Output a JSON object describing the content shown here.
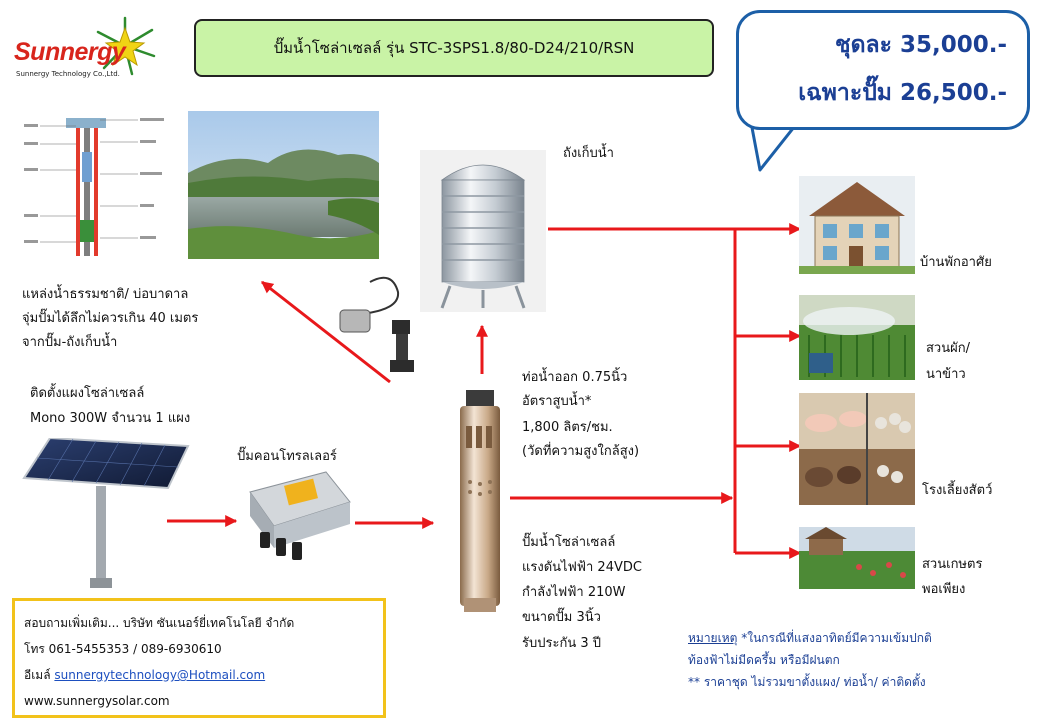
{
  "logo": {
    "brand": "Sunnergy",
    "tagline": "Sunnergy Technology Co.,Ltd."
  },
  "title": "ปั๊มน้ำโซล่าเซลล์ รุ่น STC-3SPS1.8/80-D24/210/RSN",
  "price": {
    "set": "ชุดละ 35,000.-",
    "pump_only": "เฉพาะปั๊ม 26,500.-"
  },
  "tank_label": "ถังเก็บน้ำ",
  "source": {
    "line1": "แหล่งน้ำธรรมชาติ/ บ่อบาดาล",
    "line2": "จุ่มปั๊มได้ลึกไม่ควรเกิน 40 เมตร",
    "line3": "จากปั๊ม-ถังเก็บน้ำ"
  },
  "panel": {
    "line1": "ติดตั้งแผงโซล่าเซลล์",
    "line2": "Mono 300W จำนวน 1 แผง"
  },
  "controller_label": "ปั๊มคอนโทรลเลอร์",
  "outlet": {
    "line1": "ท่อน้ำออก 0.75นิ้ว",
    "line2": "อัตราสูบน้ำ*",
    "line3": "1,800 ลิตร/ชม.",
    "line4": "(วัดที่ความสูงใกล้สูง)"
  },
  "pump": {
    "line1": "ปั๊มน้ำโซล่าเซลล์",
    "line2": "แรงดันไฟฟ้า 24VDC",
    "line3": "กำลังไฟฟ้า 210W",
    "line4": "ขนาดปั๊ม 3นิ้ว",
    "line5": "รับประกัน 3 ปี"
  },
  "uses": {
    "house": "บ้านพักอาศัย",
    "garden_1": "สวนผัก/",
    "garden_2": "นาข้าว",
    "farm": "โรงเลี้ยงสัตว์",
    "agri_1": "สวนเกษตร",
    "agri_2": "พอเพียง"
  },
  "contact": {
    "line1": "สอบถามเพิ่มเติม... บริษัท ซันเนอร์ยี่เทคโนโลยี จำกัด",
    "phone": "โทร 061-5455353 / 089-6930610",
    "email_prefix": "อีเมล์ ",
    "email": "sunnergytechnology@Hotmail.com",
    "web": "www.sunnergysolar.com"
  },
  "note": {
    "label": "หมายเหตุ",
    "line1": " *ในกรณีที่แสงอาทิตย์มีความเข้มปกติ",
    "line2": "ท้องฟ้าไม่มีดครึ้ม หรือมีฝนตก",
    "line3": "** ราคาชุด ไม่รวมขาตั้งแผง/ ท่อน้ำ/ ค่าติดตั้ง"
  },
  "colors": {
    "arrow": "#e8181b",
    "price_text": "#1b3f94",
    "price_border": "#1c5fa7",
    "title_bg": "#c9f3a6",
    "contact_border": "#f2c21a",
    "logo_red": "#d8251c"
  }
}
